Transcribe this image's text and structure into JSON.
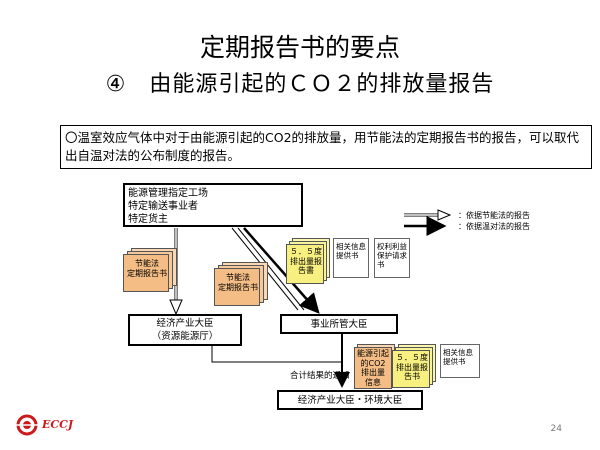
{
  "title": "定期报告书的要点",
  "subtitle": "④　由能源引起的ＣＯ２的排放量报告",
  "note": "〇温室效应气体中对于由能源引起的CO2的排放量，用节能法的定期报告书的报告，可以取代出自温对法的公布制度的报告。",
  "entities": {
    "line1": "能源管理指定工场",
    "line2": "特定输送事业者",
    "line3": "特定货主"
  },
  "legend": {
    "energy_law": "：依据节能法的报告",
    "warming_law": "：依据温对法的报告"
  },
  "docs": {
    "energy_report_a": "节能法\n定期报告书",
    "energy_report_b": "节能法\n定期报告书",
    "emission_report": "５．５度\n排出量报\n告書",
    "related_info": "相关信息\n提供书",
    "rights_request": "权利利益\n保护请求\n书",
    "co2_report": "能源引起\n的CO2\n排出量\n信息",
    "emission_report2": "５．５度\n排出量报\n告书",
    "related_info2": "相关信息\n提供书"
  },
  "ministers": {
    "meti": "经济产业大臣",
    "meti_sub": "（资源能源厅）",
    "jurisdiction": "事业所管大臣",
    "final": "经济产业大臣・环境大臣"
  },
  "result_notice": "合计结果的通知",
  "logo": "ECCJ",
  "page_number": "24",
  "colors": {
    "doc_yellow": "#f7f38a",
    "doc_orange": "#f6c99a",
    "logo_red": "#cc1a1a"
  }
}
